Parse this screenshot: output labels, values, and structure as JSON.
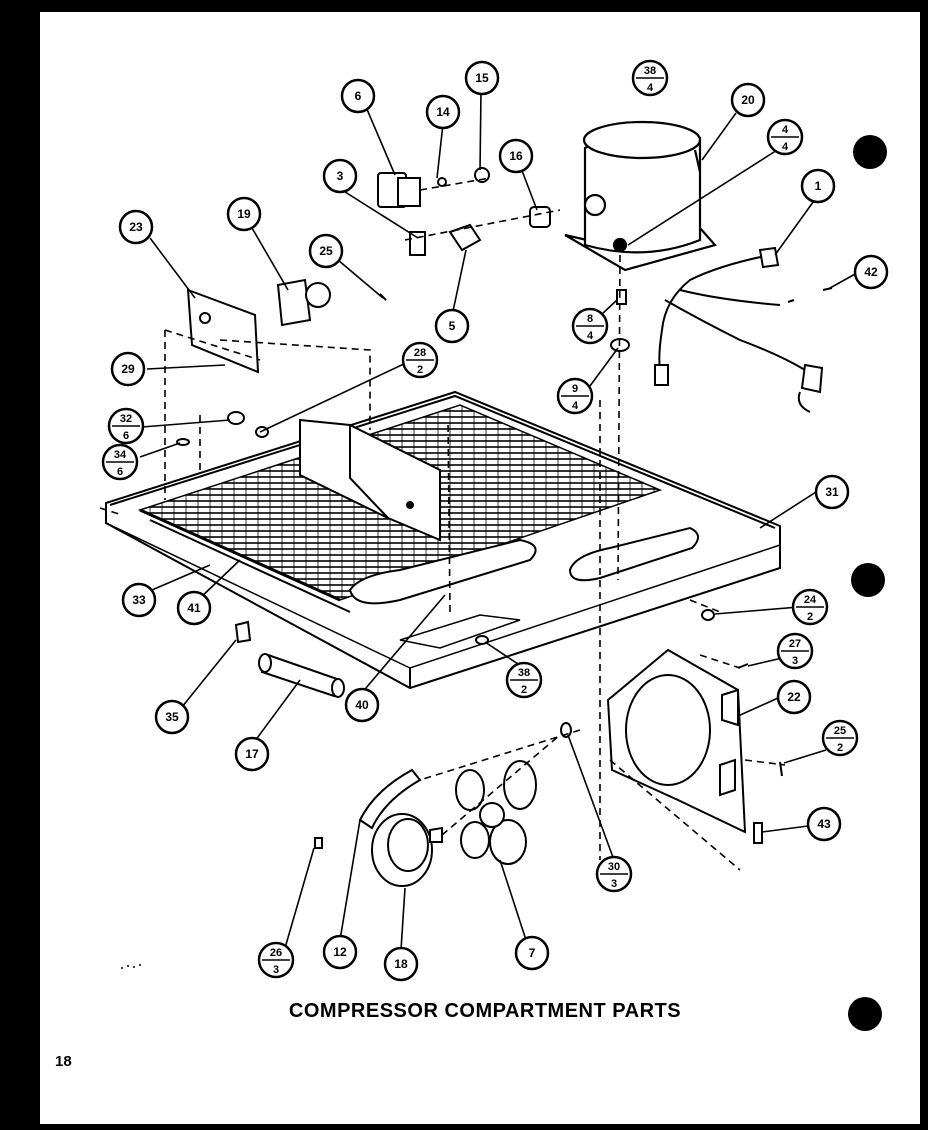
{
  "title": "COMPRESSOR COMPARTMENT PARTS",
  "page_number": "18",
  "callouts": [
    {
      "id": "c6",
      "label": "6"
    },
    {
      "id": "c14",
      "label": "14"
    },
    {
      "id": "c15",
      "label": "15"
    },
    {
      "id": "c20",
      "label": "20"
    },
    {
      "id": "c16",
      "label": "16"
    },
    {
      "id": "c3",
      "label": "3"
    },
    {
      "id": "c1",
      "label": "1"
    },
    {
      "id": "c23",
      "label": "23"
    },
    {
      "id": "c19",
      "label": "19"
    },
    {
      "id": "c25a",
      "label": "25"
    },
    {
      "id": "c42",
      "label": "42"
    },
    {
      "id": "c5",
      "label": "5"
    },
    {
      "id": "c29",
      "label": "29"
    },
    {
      "id": "c31",
      "label": "31"
    },
    {
      "id": "c33",
      "label": "33"
    },
    {
      "id": "c41",
      "label": "41"
    },
    {
      "id": "c35",
      "label": "35"
    },
    {
      "id": "c40",
      "label": "40"
    },
    {
      "id": "c17",
      "label": "17"
    },
    {
      "id": "c22",
      "label": "22"
    },
    {
      "id": "c43",
      "label": "43"
    },
    {
      "id": "c12",
      "label": "12"
    },
    {
      "id": "c18",
      "label": "18"
    },
    {
      "id": "c7",
      "label": "7"
    }
  ],
  "fraction_callouts": [
    {
      "id": "f38a",
      "top": "38",
      "bottom": "4"
    },
    {
      "id": "f4",
      "top": "4",
      "bottom": "4"
    },
    {
      "id": "f28",
      "top": "28",
      "bottom": "2"
    },
    {
      "id": "f8",
      "top": "8",
      "bottom": "4"
    },
    {
      "id": "f9",
      "top": "9",
      "bottom": "4"
    },
    {
      "id": "f32",
      "top": "32",
      "bottom": "6"
    },
    {
      "id": "f34",
      "top": "34",
      "bottom": "6"
    },
    {
      "id": "f24",
      "top": "24",
      "bottom": "2"
    },
    {
      "id": "f27",
      "top": "27",
      "bottom": "3"
    },
    {
      "id": "f38b",
      "top": "38",
      "bottom": "2"
    },
    {
      "id": "f25b",
      "top": "25",
      "bottom": "2"
    },
    {
      "id": "f30",
      "top": "30",
      "bottom": "3"
    },
    {
      "id": "f26",
      "top": "26",
      "bottom": "3"
    }
  ]
}
